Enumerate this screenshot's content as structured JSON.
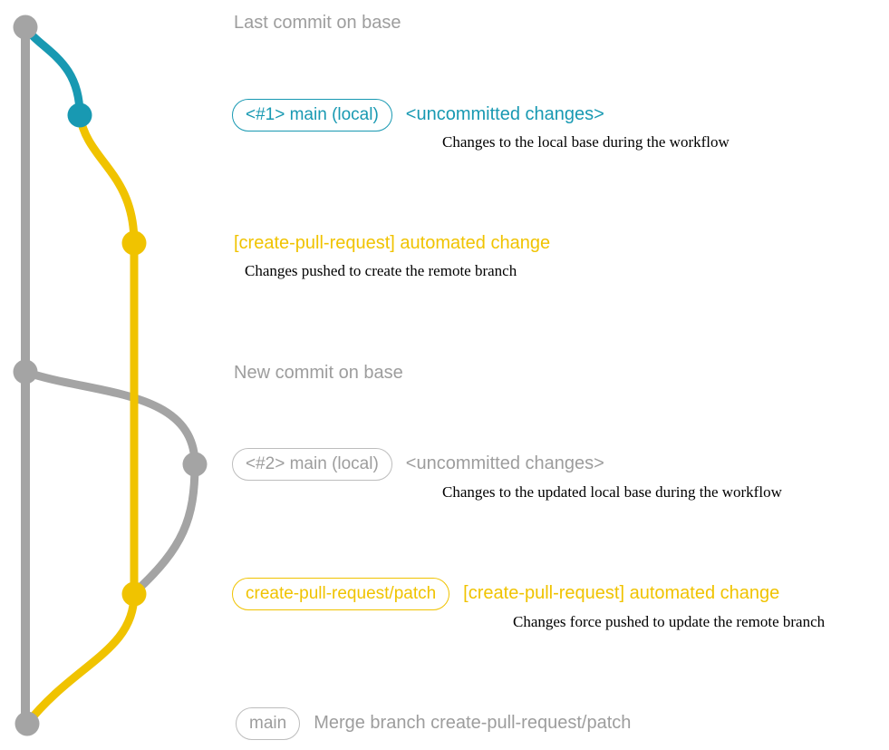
{
  "colors": {
    "branch_gray": "#a4a4a4",
    "branch_teal": "#1899b2",
    "branch_yellow": "#f0c300",
    "description_text": "#000000"
  },
  "graph": {
    "commits": [
      {
        "name": "last-commit-on-base",
        "color": "gray"
      },
      {
        "name": "main-local-1-commit",
        "color": "teal"
      },
      {
        "name": "create-pull-request-commit-1",
        "color": "yellow"
      },
      {
        "name": "new-commit-on-base",
        "color": "gray"
      },
      {
        "name": "main-local-2-commit",
        "color": "gray"
      },
      {
        "name": "create-pull-request-commit-2",
        "color": "yellow"
      },
      {
        "name": "merge-commit",
        "color": "gray"
      }
    ]
  },
  "annotations": {
    "last_commit": {
      "title": "Last commit on base"
    },
    "main_local_1": {
      "badge": "<#1> main (local)",
      "status": "<uncommitted changes>",
      "description": "Changes to the local base during the workflow"
    },
    "automated_change_1": {
      "title": "[create-pull-request] automated change",
      "description": "Changes pushed to create the remote branch"
    },
    "new_commit": {
      "title": "New commit on base"
    },
    "main_local_2": {
      "badge": "<#2> main (local)",
      "status": "<uncommitted changes>",
      "description": "Changes to the updated local base during the workflow"
    },
    "patch_branch": {
      "badge": "create-pull-request/patch",
      "title": "[create-pull-request] automated change",
      "description": "Changes force pushed to update the remote branch"
    },
    "merge": {
      "badge": "main",
      "title": "Merge branch create-pull-request/patch"
    }
  }
}
